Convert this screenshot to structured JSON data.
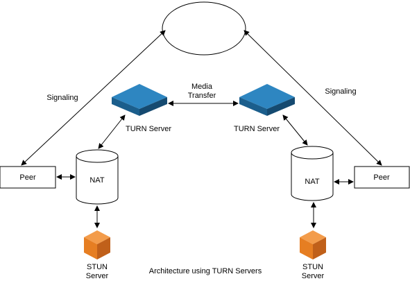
{
  "signaling_server": {
    "label": ""
  },
  "labels": {
    "signaling_left": "Signaling",
    "signaling_right": "Signaling",
    "media_transfer_line1": "Media",
    "media_transfer_line2": "Transfer",
    "caption": "Architecture using TURN Servers"
  },
  "left": {
    "peer": "Peer",
    "nat": "NAT",
    "turn": "TURN Server",
    "stun_line1": "STUN",
    "stun_line2": "Server"
  },
  "right": {
    "peer": "Peer",
    "nat": "NAT",
    "turn": "TURN Server",
    "stun_line1": "STUN",
    "stun_line2": "Server"
  },
  "colors": {
    "turn_top": "#2e86c1",
    "turn_front": "#1b5e8c",
    "turn_side": "#154a70",
    "stun_top": "#f39c4b",
    "stun_front": "#e67e22",
    "stun_side": "#c0601a"
  }
}
